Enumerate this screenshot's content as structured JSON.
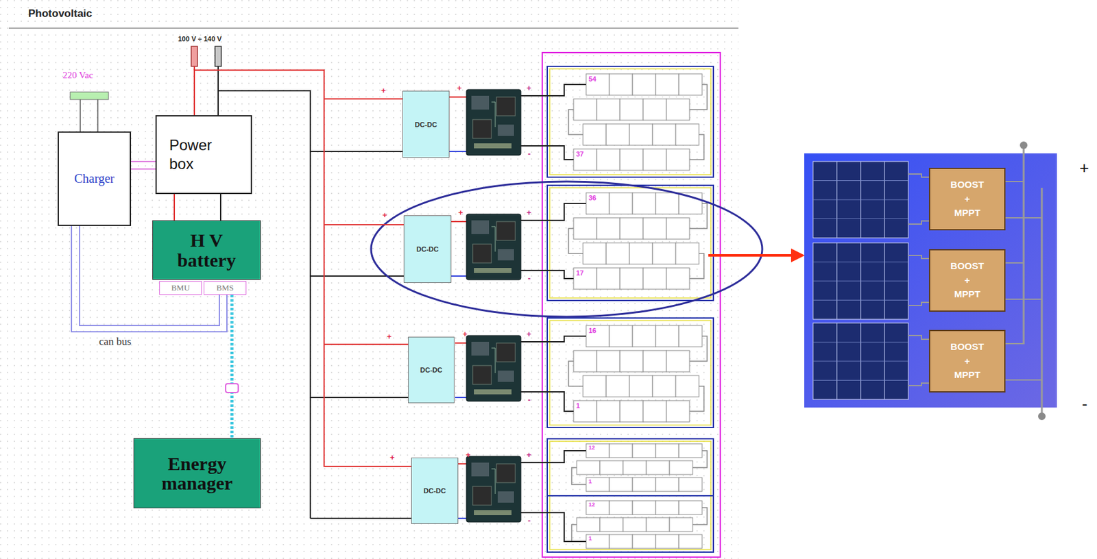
{
  "diagram": {
    "title": "Photovoltaic",
    "nodes": [
      {
        "text": [
          "Charger"
        ]
      },
      {
        "text": [
          "Power box"
        ]
      },
      {
        "text": [
          "H V battery"
        ]
      },
      {
        "text": [
          "BMU"
        ]
      },
      {
        "text": [
          "BMS"
        ]
      },
      {
        "text": [
          "Energy manager"
        ]
      },
      {
        "text": [
          "DC-DC"
        ]
      },
      {
        "text": [
          "DC-DC"
        ]
      },
      {
        "text": [
          "DC-DC"
        ]
      },
      {
        "text": [
          "DC-DC"
        ]
      },
      {
        "text": [
          "BOOST + MPPT"
        ]
      },
      {
        "text": [
          "BOOST + MPPT"
        ]
      },
      {
        "text": [
          "BOOST + MPPT"
        ]
      }
    ],
    "edges": [
      {
        "from": 0,
        "to": 1,
        "arrow": "none"
      },
      {
        "from": 1,
        "to": 2,
        "arrow": "none"
      },
      {
        "from": 0,
        "to": 4,
        "label": "can bus",
        "arrow": "none"
      },
      {
        "from": 4,
        "to": 5,
        "arrow": "none"
      },
      {
        "from": 1,
        "to": 6,
        "arrow": "none"
      },
      {
        "from": 1,
        "to": 7,
        "arrow": "none"
      },
      {
        "from": 1,
        "to": 8,
        "arrow": "none"
      },
      {
        "from": 1,
        "to": 9,
        "arrow": "none"
      }
    ],
    "labels": [
      "100 V ÷ 140 V",
      "220 Vac",
      "+",
      "+",
      "+",
      "-",
      "+",
      "+",
      "+",
      "-",
      "+",
      "+",
      "+",
      "-",
      "+",
      "+",
      "+",
      "-",
      "54",
      "37",
      "36",
      "17",
      "16",
      "1",
      "12",
      "1",
      "12",
      "1",
      "+",
      "-"
    ]
  }
}
